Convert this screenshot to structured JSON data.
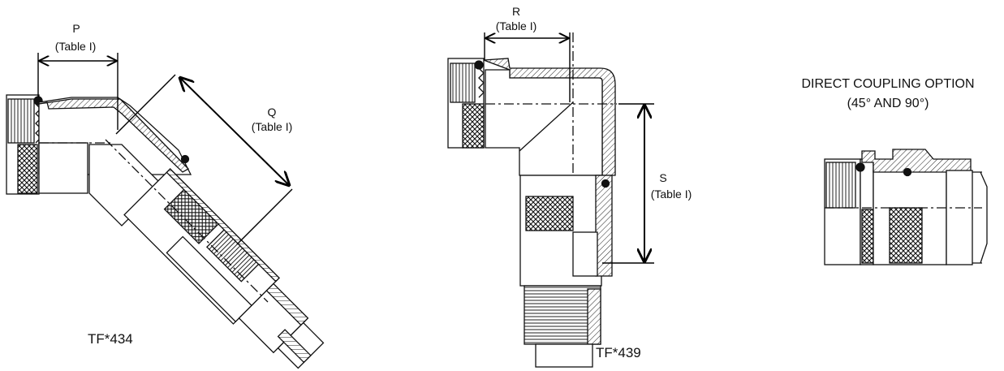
{
  "dimensions": {
    "p": {
      "letter": "P",
      "ref": "(Table I)"
    },
    "q": {
      "letter": "Q",
      "ref": "(Table I)"
    },
    "r": {
      "letter": "R",
      "ref": "(Table I)"
    },
    "s": {
      "letter": "S",
      "ref": "(Table I)"
    }
  },
  "parts": {
    "left": "TF*434",
    "middle": "TF*439"
  },
  "direct_coupling": {
    "title": "DIRECT COUPLING OPTION",
    "subtitle": "(45° AND 90°)"
  }
}
